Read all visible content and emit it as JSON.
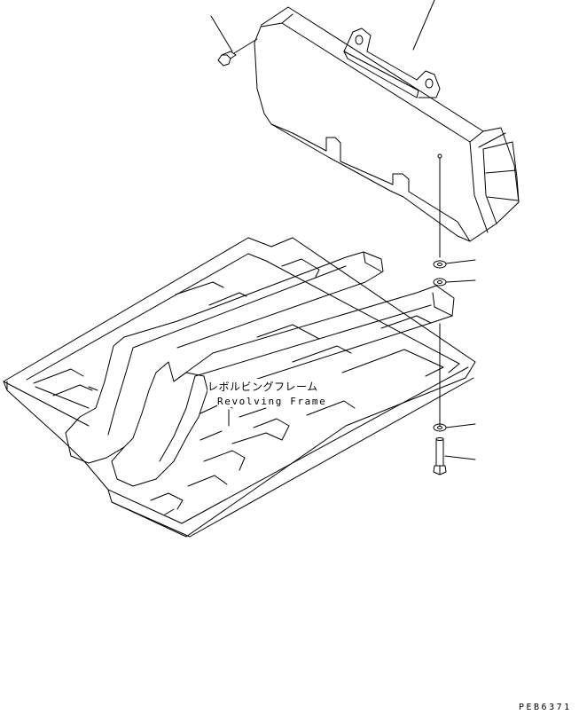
{
  "diagram": {
    "label_japanese": "レボルビングフレーム",
    "label_english": "Revolving Frame",
    "drawing_code": "PEB6371"
  },
  "parts": [
    {
      "name": "counterweight",
      "icon": "counterweight-block"
    },
    {
      "name": "lifting-eye-bracket",
      "icon": "lifting-eye"
    },
    {
      "name": "plug",
      "icon": "plug"
    },
    {
      "name": "washer-upper",
      "icon": "washer"
    },
    {
      "name": "washer-middle",
      "icon": "washer"
    },
    {
      "name": "washer-lower",
      "icon": "washer"
    },
    {
      "name": "bolt",
      "icon": "hex-bolt"
    },
    {
      "name": "revolving-frame",
      "icon": "frame-platform"
    }
  ]
}
